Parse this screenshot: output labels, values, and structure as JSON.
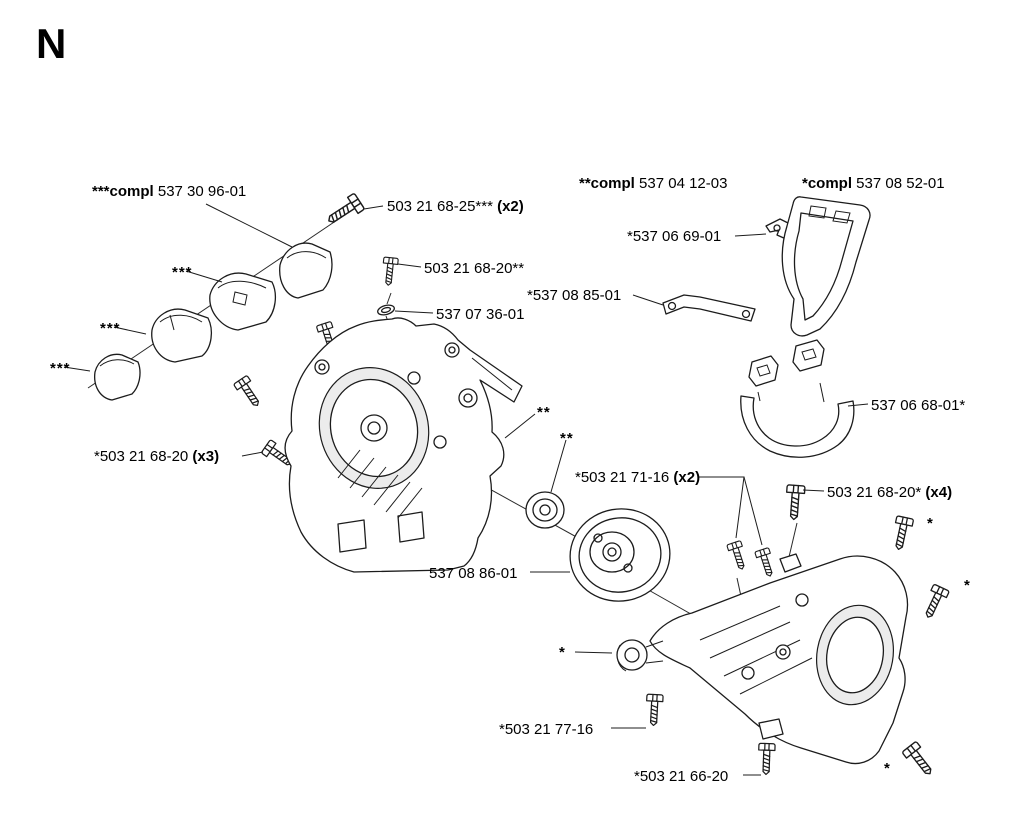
{
  "page": {
    "section_letter": "N",
    "background_color": "#ffffff",
    "line_color": "#1c1c1c",
    "text_color": "#000000"
  },
  "labels": {
    "compl_537_30_96_01": {
      "bold": "***compl",
      "rest": " 537 30 96-01"
    },
    "screw_503_21_68_25": {
      "rest": "503 21 68-25*** ",
      "bold": "(x2)"
    },
    "compl_537_04_12_03": {
      "bold": "**compl",
      "rest": " 537 04 12-03"
    },
    "compl_537_08_52_01": {
      "bold": "*compl",
      "rest": " 537 08 52-01"
    },
    "part_537_06_69_01": {
      "rest": "*537 06 69-01"
    },
    "screw_503_21_68_20_top": {
      "rest": "503 21 68-20**"
    },
    "part_537_08_85_01": {
      "rest": "*537 08 85-01"
    },
    "part_537_07_36_01": {
      "rest": "537 07 36-01"
    },
    "part_537_06_68_01": {
      "rest": "537 06 68-01*"
    },
    "screw_503_21_68_20_x3": {
      "rest": "*503 21 68-20 ",
      "bold": "(x3)"
    },
    "screw_503_21_71_16_x2": {
      "rest": "*503 21 71-16 ",
      "bold": "(x2)"
    },
    "screw_503_21_68_20_x4": {
      "rest": "503 21 68-20* ",
      "bold": "(x4)"
    },
    "part_537_08_86_01": {
      "rest": "537 08 86-01"
    },
    "screw_503_21_77_16": {
      "rest": "*503 21 77-16"
    },
    "screw_503_21_66_20": {
      "rest": "*503 21 66-20"
    },
    "marker_single": "*",
    "marker_double": "**",
    "marker_triple": "***"
  }
}
